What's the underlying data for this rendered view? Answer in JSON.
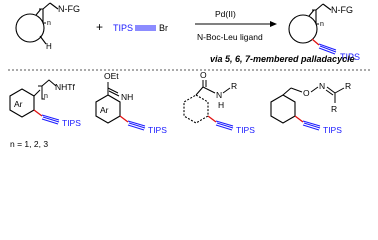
{
  "reaction": {
    "substrate_chain_index": "n",
    "substrate_group": "N-FG",
    "substrate_h": "H",
    "plus": "+",
    "reagent": {
      "silyl": "TIPS",
      "halogen": "Br"
    },
    "conditions": {
      "catalyst": "Pd(II)",
      "ligand": "N-Boc-Leu ligand"
    },
    "product": {
      "chain_index": "n",
      "group": "N-FG",
      "silyl": "TIPS"
    },
    "caption": "via 5, 6, 7-membered palladacycle"
  },
  "examples": [
    {
      "ring_label": "Ar",
      "amine": "NHTf",
      "chain_index": "n",
      "silyl": "TIPS",
      "note": "n = 1, 2, 3"
    },
    {
      "ring_label": "Ar",
      "alkoxy": "OEt",
      "imine": "NH",
      "silyl": "TIPS"
    },
    {
      "carbonyl": "O",
      "amide_n": "N",
      "amide_h": "H",
      "amide_r": "R",
      "silyl": "TIPS"
    },
    {
      "oxygen": "O",
      "nitrogen": "N",
      "substituent": "R",
      "substituent2": "R",
      "silyl": "TIPS"
    }
  ],
  "colors": {
    "bond": "#000000",
    "alkyne": "#1a1aff",
    "new_bond": "#e01010",
    "divider": "#555555"
  }
}
